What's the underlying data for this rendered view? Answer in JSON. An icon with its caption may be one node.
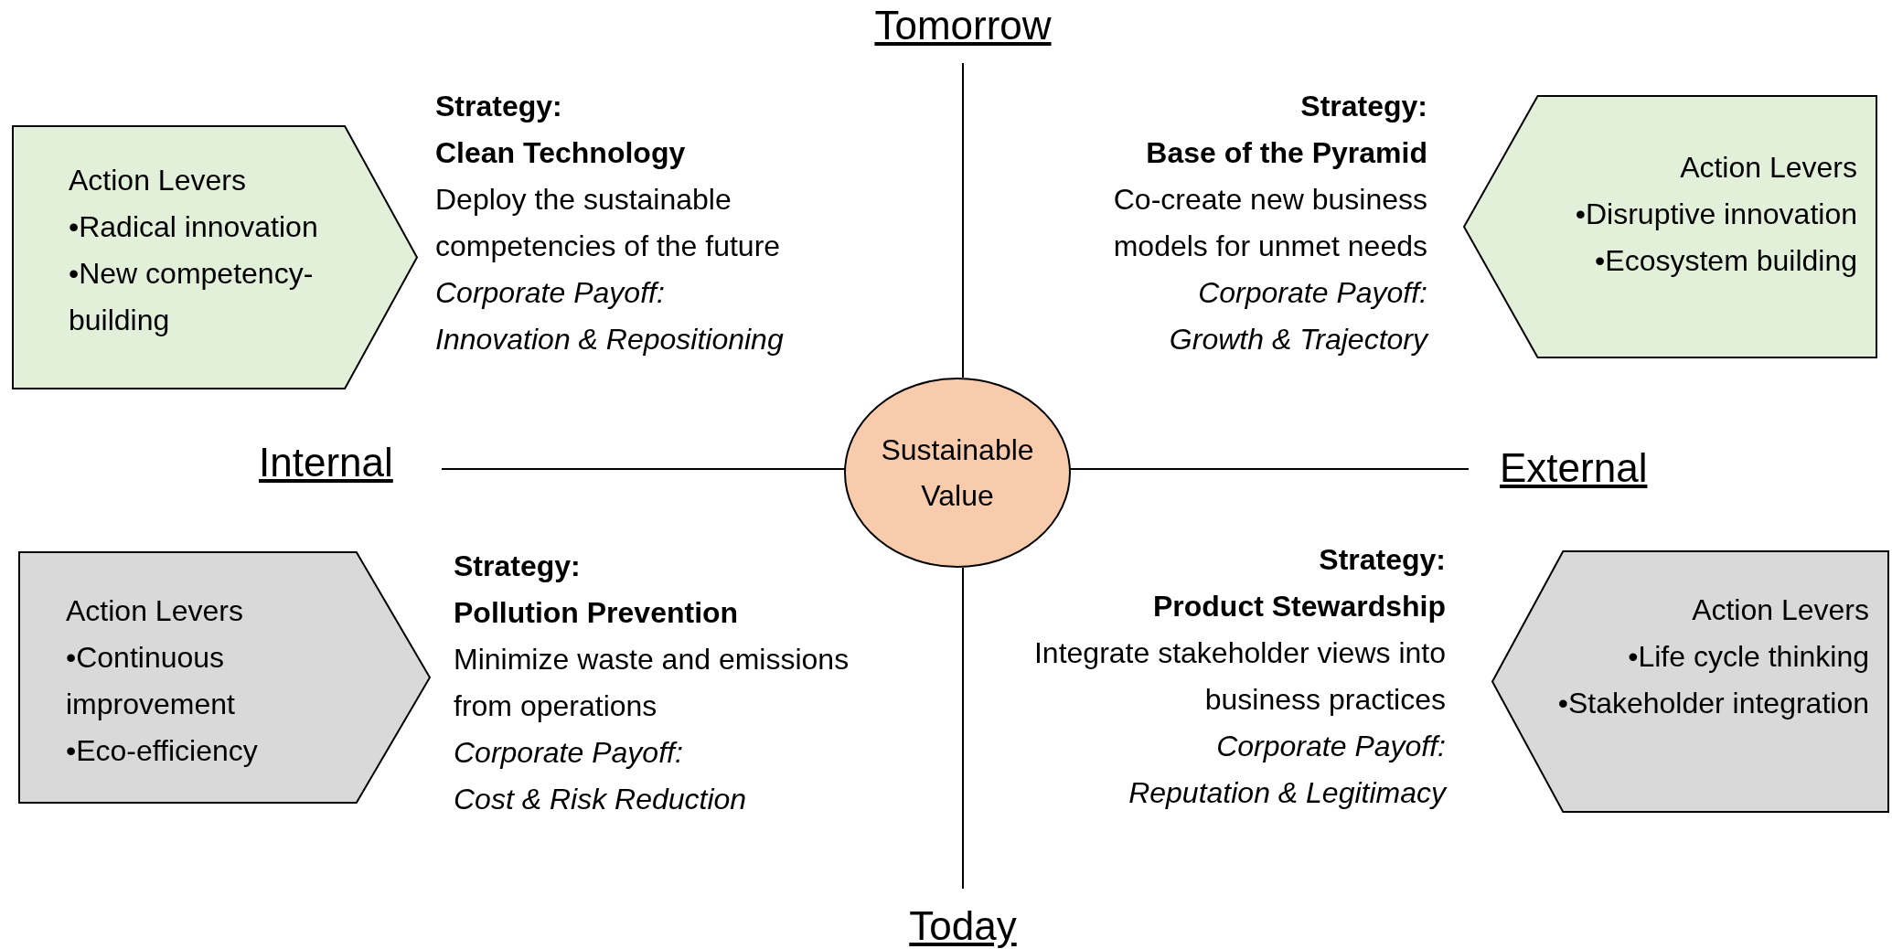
{
  "diagram": {
    "nodes": [
      {
        "text": [
          "Sustainable Value"
        ]
      },
      {
        "text": [
          "Action Levers",
          "•Radical innovation",
          "•New competency-building"
        ]
      },
      {
        "text": [
          "Action Levers",
          "•Disruptive innovation",
          "•Ecosystem building"
        ]
      },
      {
        "text": [
          "Action Levers",
          "•Continuous improvement",
          "•Eco-efficiency"
        ]
      },
      {
        "text": [
          "Action Levers",
          "•Life cycle thinking",
          "•Stakeholder integration"
        ]
      }
    ],
    "labels": [
      "Tomorrow",
      "Strategy:",
      "Clean Technology",
      "Deploy the sustainable competencies of the future",
      "Corporate Payoff:",
      "Innovation & Repositioning",
      "Strategy:",
      "Base of the Pyramid",
      "Co-create new business models for unmet needs",
      "Corporate Payoff:",
      "Growth & Trajectory",
      "Internal",
      "External",
      "Strategy:",
      "Pollution Prevention",
      "Minimize waste and emissions from operations",
      "Corporate Payoff:",
      "Cost & Risk Reduction",
      "Strategy:",
      "Product Stewardship",
      "Integrate stakeholder views into business practices",
      "Corporate Payoff:",
      "Reputation & Legitimacy",
      "Today"
    ]
  }
}
